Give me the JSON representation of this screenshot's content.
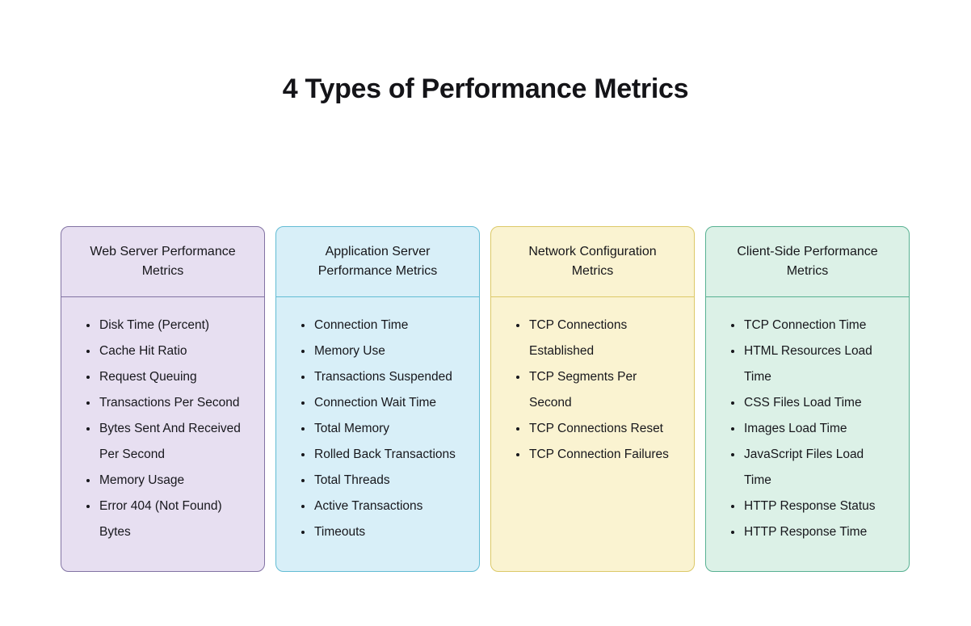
{
  "page": {
    "title": "4 Types of Performance Metrics",
    "background_color": "#ffffff",
    "text_color": "#17171c"
  },
  "cards": [
    {
      "id": "web-server",
      "title": "Web Server Performance Metrics",
      "bg_color": "#e7dff1",
      "border_color": "#8273a3",
      "items": [
        "Disk Time (Percent)",
        "Cache Hit Ratio",
        "Request Queuing",
        "Transactions Per Second",
        "Bytes Sent And Received Per Second",
        "Memory Usage",
        "Error 404 (Not Found) Bytes"
      ]
    },
    {
      "id": "application-server",
      "title": "Application Server Performance Metrics",
      "bg_color": "#d8eff8",
      "border_color": "#63bcd4",
      "items": [
        "Connection Time",
        "Memory Use",
        "Transactions Suspended",
        "Connection Wait Time",
        "Total Memory",
        "Rolled Back Transactions",
        "Total Threads",
        "Active Transactions",
        "Timeouts"
      ]
    },
    {
      "id": "network-configuration",
      "title": "Network Configuration Metrics",
      "bg_color": "#faf3d1",
      "border_color": "#dcc968",
      "items": [
        "TCP Connections Established",
        "TCP Segments Per Second",
        "TCP Connections Reset",
        "TCP Connection Failures"
      ]
    },
    {
      "id": "client-side",
      "title": "Client-Side Performance Metrics",
      "bg_color": "#dcf1e7",
      "border_color": "#58b192",
      "items": [
        "TCP Connection Time",
        "HTML Resources Load Time",
        "CSS Files Load Time",
        "Images Load Time",
        "JavaScript Files Load Time",
        "HTTP Response Status",
        "HTTP Response Time"
      ]
    }
  ]
}
